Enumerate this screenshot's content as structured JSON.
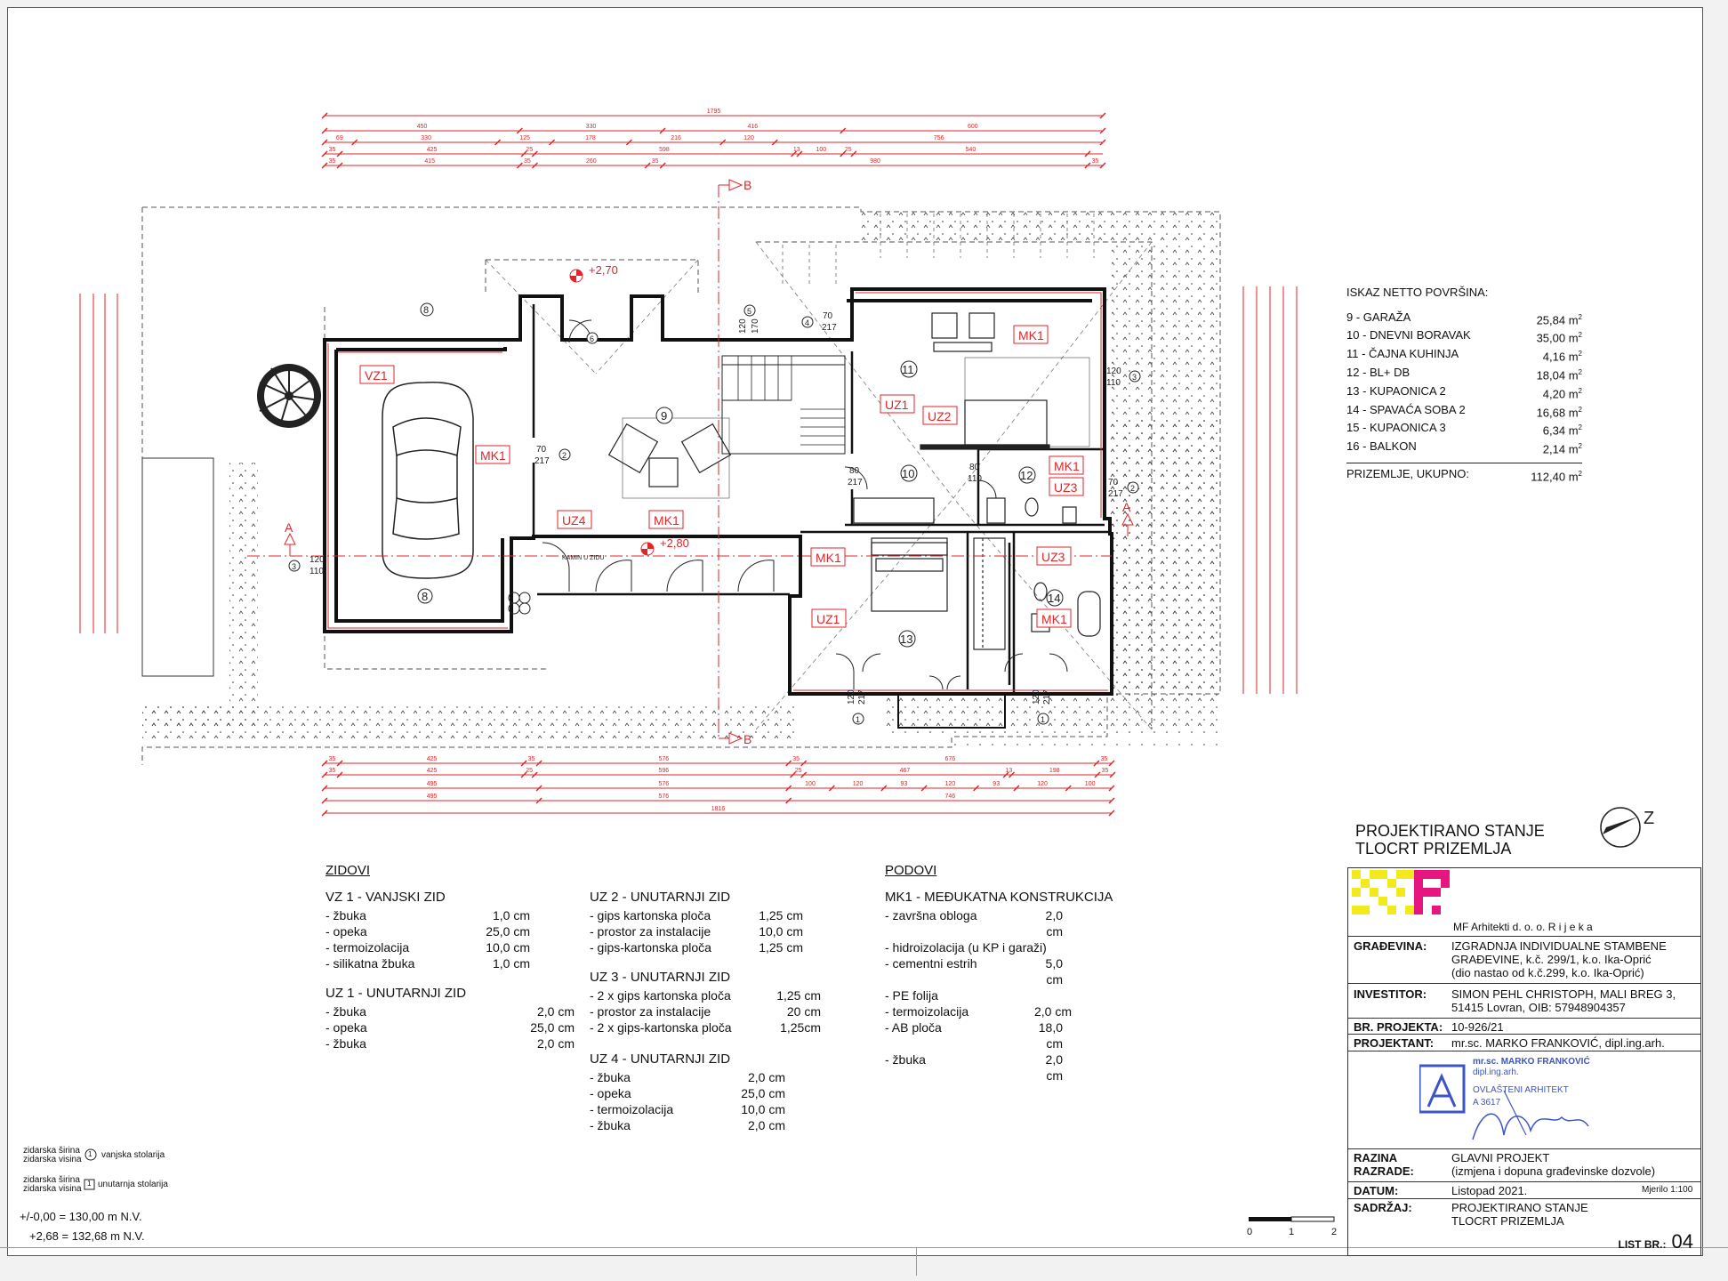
{
  "plan": {
    "section_labels": [
      "B",
      "B",
      "A",
      "A"
    ],
    "elevations": [
      "+2,70",
      "+2,80"
    ],
    "wall_tags": [
      "VZ1",
      "MK1",
      "UZ4",
      "MK1",
      "UZ1",
      "UZ2",
      "MK1",
      "MK1",
      "UZ3",
      "UZ3",
      "MK1",
      "UZ1",
      "MK1"
    ],
    "room_numbers": [
      "8",
      "8",
      "9",
      "10",
      "11",
      "12",
      "13",
      "14"
    ],
    "fireplace_label": "KAMIN U ZIDU",
    "opening_marks": [
      {
        "id": "6",
        "w": "",
        "h": ""
      },
      {
        "id": "5",
        "w": "120",
        "h": "170"
      },
      {
        "id": "4",
        "w": "70",
        "h": "217"
      },
      {
        "id": "3",
        "w": "120",
        "h": "110"
      },
      {
        "id": "2",
        "w": "70",
        "h": "217"
      },
      {
        "id": "2",
        "w": "80",
        "h": "217"
      },
      {
        "id": "2",
        "w": "80",
        "h": "110"
      },
      {
        "id": "2",
        "w": "70",
        "h": "217"
      },
      {
        "id": "3",
        "w": "120",
        "h": "110"
      },
      {
        "id": "1",
        "w": "120",
        "h": "217"
      },
      {
        "id": "1",
        "w": "120",
        "h": "217"
      }
    ],
    "top_dims": {
      "total": "1795",
      "row1": [
        "450",
        "330",
        "416",
        "600"
      ],
      "row2": [
        "69",
        "330",
        "125",
        "178",
        "216",
        "120",
        "756"
      ],
      "row3": [
        "35",
        "425",
        "25",
        "598",
        "13",
        "100",
        "25",
        "540"
      ],
      "row4": [
        "35",
        "415",
        "35",
        "260",
        "35",
        "980",
        "35"
      ]
    },
    "bottom_dims": {
      "row1": [
        "35",
        "425",
        "35",
        "576",
        "35",
        "676",
        "35"
      ],
      "row2": [
        "35",
        "425",
        "25",
        "596",
        "25",
        "467",
        "13",
        "198",
        "35"
      ],
      "row3": [
        "495",
        "576",
        "100",
        "120",
        "93",
        "120",
        "93",
        "120",
        "100"
      ],
      "row4": [
        "495",
        "576",
        "746"
      ],
      "total": "1816"
    }
  },
  "areas": {
    "title": "ISKAZ NETTO POVRŠINA:",
    "rows": [
      {
        "name": "9  - GARAŽA",
        "value": "25,84 m",
        "unit": "2"
      },
      {
        "name": "10 - DNEVNI BORAVAK",
        "value": "35,00 m",
        "unit": "2"
      },
      {
        "name": "11 - ČAJNA KUHINJA",
        "value": "4,16 m",
        "unit": "2"
      },
      {
        "name": "12 - BL+ DB",
        "value": "18,04 m",
        "unit": "2"
      },
      {
        "name": "13 - KUPAONICA 2",
        "value": "4,20 m",
        "unit": "2"
      },
      {
        "name": "14 - SPAVAĆA SOBA 2",
        "value": "16,68 m",
        "unit": "2"
      },
      {
        "name": "15 - KUPAONICA 3",
        "value": "6,34 m",
        "unit": "2"
      },
      {
        "name": "16 - BALKON",
        "value": "2,14 m",
        "unit": "2"
      }
    ],
    "total_label": "PRIZEMLJE, UKUPNO:",
    "total_value": "112,40 m",
    "total_unit": "2"
  },
  "state_title": {
    "line1": "PROJEKTIRANO STANJE",
    "line2": "TLOCRT PRIZEMLJA"
  },
  "walls": {
    "title": "ZIDOVI",
    "vz1": {
      "head": "VZ 1 - VANJSKI ZID",
      "rows": [
        [
          "- žbuka",
          "1,0 cm"
        ],
        [
          "- opeka",
          "25,0 cm"
        ],
        [
          "- termoizolacija",
          "10,0 cm"
        ],
        [
          "- silikatna žbuka",
          "1,0 cm"
        ]
      ]
    },
    "uz1": {
      "head": "UZ 1 - UNUTARNJI ZID",
      "rows": [
        [
          "- žbuka",
          "2,0 cm"
        ],
        [
          "- opeka",
          "25,0 cm"
        ],
        [
          "- žbuka",
          "2,0 cm"
        ]
      ]
    },
    "uz2": {
      "head": "UZ 2 - UNUTARNJI ZID",
      "rows": [
        [
          "- gips kartonska ploča",
          "1,25 cm"
        ],
        [
          "- prostor za instalacije",
          "10,0 cm"
        ],
        [
          "- gips-kartonska ploča",
          "1,25 cm"
        ]
      ]
    },
    "uz3": {
      "head": "UZ 3 - UNUTARNJI ZID",
      "rows": [
        [
          "- 2 x gips kartonska ploča",
          "1,25 cm"
        ],
        [
          "- prostor za instalacije",
          "20 cm"
        ],
        [
          "- 2 x gips-kartonska ploča",
          "1,25cm"
        ]
      ]
    },
    "uz4": {
      "head": "UZ 4 - UNUTARNJI ZID",
      "rows": [
        [
          "- žbuka",
          "2,0 cm"
        ],
        [
          "- opeka",
          "25,0 cm"
        ],
        [
          "- termoizolacija",
          "10,0 cm"
        ],
        [
          "- žbuka",
          "2,0 cm"
        ]
      ]
    }
  },
  "floors": {
    "title": "PODOVI",
    "mk1": {
      "head": "MK1 - MEĐUKATNA KONSTRUKCIJA",
      "rows": [
        [
          "- završna obloga",
          "2,0 cm"
        ],
        [
          "- hidroizolacija (u KP i garaži)",
          ""
        ],
        [
          "- cementni estrih",
          "5,0 cm"
        ],
        [
          "- PE folija",
          ""
        ],
        [
          "- termoizolacija",
          "2,0 cm"
        ],
        [
          "- AB ploča",
          "18,0 cm"
        ],
        [
          "- žbuka",
          "2,0 cm"
        ]
      ]
    }
  },
  "key": {
    "outer_w": "zidarska širina",
    "outer_h": "zidarska visina",
    "outer_num": "1",
    "outer_label": "vanjska stolarija",
    "inner_w": "zidarska širina",
    "inner_h": "zidarska visina",
    "inner_num": "1",
    "inner_label": "unutarnja stolarija",
    "level0": "+/-0,00 = 130,00 m N.V.",
    "level1": "+2,68 = 132,68 m N.V."
  },
  "scale_bar": [
    "0",
    "1",
    "2"
  ],
  "north": "Z",
  "title_block": {
    "firm": "MF Arhitekti d. o. o. R i j e k a",
    "gradevina_label": "GRAĐEVINA:",
    "gradevina": [
      "IZGRADNJA INDIVIDUALNE STAMBENE",
      "GRAĐEVINE, k.č. 299/1, k.o. Ika-Oprić",
      "(dio nastao od k.č.299, k.o. Ika-Oprić)"
    ],
    "investitor_label": "INVESTITOR:",
    "investitor": [
      "SIMON PEHL CHRISTOPH, MALI BREG 3,",
      "51415 Lovran, OIB: 57948904357"
    ],
    "br_label": "BR. PROJEKTA:",
    "br": "10-926/21",
    "projektant_label": "PROJEKTANT:",
    "projektant": "mr.sc. MARKO FRANKOVIĆ, dipl.ing.arh.",
    "stamp": [
      "mr.sc. MARKO FRANKOVIĆ",
      "dipl.ing.arh.",
      "OVLAŠTENI ARHITEKT",
      "A 3617"
    ],
    "razina_label1": "RAZINA",
    "razina_label2": "RAZRADE:",
    "razina": [
      "GLAVNI PROJEKT",
      "(izmjena i dopuna građevinske dozvole)"
    ],
    "datum_label": "DATUM:",
    "datum": "Listopad 2021.",
    "mjerilo": "Mjerilo 1:100",
    "sadrzaj_label": "SADRŽAJ:",
    "sadrzaj": [
      "PROJEKTIRANO STANJE",
      "TLOCRT PRIZEMLJA"
    ],
    "list_label": "LIST BR.:",
    "list": "04"
  },
  "colors": {
    "dimension": "#e0262a",
    "wall": "#111111",
    "logo_yellow": "#f3ea1c",
    "logo_magenta": "#e6157f",
    "stamp": "#3d55c4"
  }
}
